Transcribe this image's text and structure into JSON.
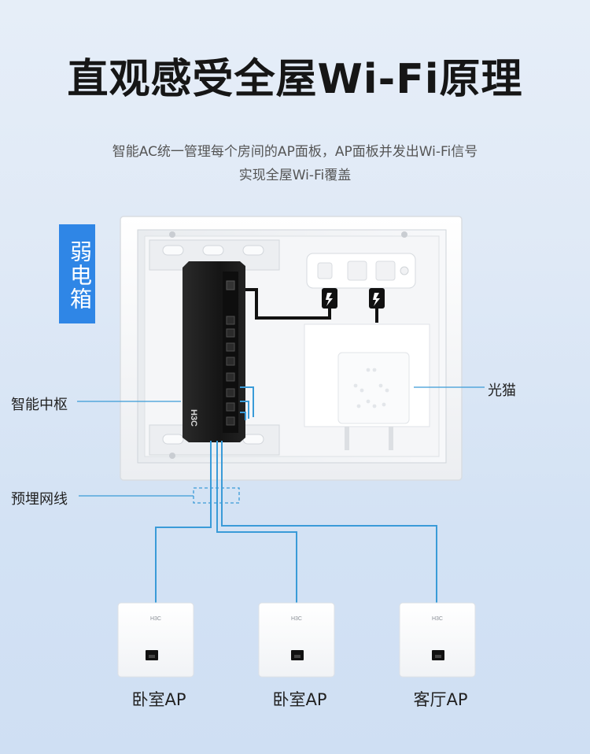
{
  "title": "直观感受全屋Wi-Fi原理",
  "subtitle_line1": "智能AC统一管理每个房间的AP面板，AP面板并发出Wi-Fi信号",
  "subtitle_line2": "实现全屋Wi-Fi覆盖",
  "box_tag": "弱电箱",
  "labels": {
    "hub": "智能中枢",
    "cable": "预埋网线",
    "modem": "光猫"
  },
  "brand": "H3C",
  "aps": [
    {
      "label": "卧室AP"
    },
    {
      "label": "卧室AP"
    },
    {
      "label": "客厅AP"
    }
  ],
  "colors": {
    "accent": "#2f86e6",
    "line": "#3a9bd8",
    "switch": "#1b1b1b"
  }
}
